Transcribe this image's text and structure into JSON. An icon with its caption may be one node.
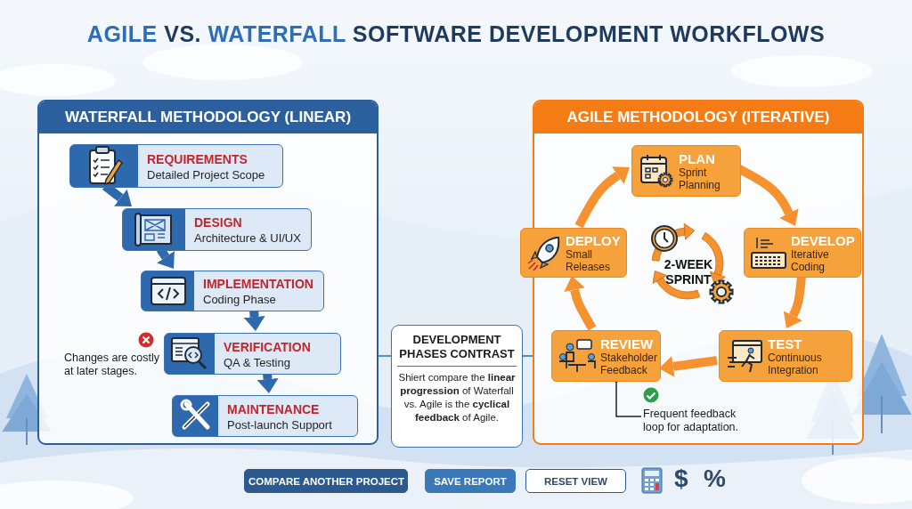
{
  "diagram": {
    "title": "AGILE VS. WATERFALL SOFTWARE DEVELOPMENT WORKFLOWS",
    "nodes": [
      {
        "text": [
          "WATERFALL METHODOLOGY (LINEAR)"
        ]
      },
      {
        "text": [
          "REQUIREMENTS",
          "Detailed Project Scope"
        ],
        "in": 0
      },
      {
        "text": [
          "DESIGN",
          "Architecture & UI/UX"
        ],
        "in": 0
      },
      {
        "text": [
          "IMPLEMENTATION",
          "Coding Phase"
        ],
        "in": 0
      },
      {
        "text": [
          "VERIFICATION",
          "QA & Testing"
        ],
        "in": 0
      },
      {
        "text": [
          "MAINTENANCE",
          "Post-launch Support"
        ],
        "in": 0
      },
      {
        "text": [
          "DEVELOPMENT PHASES CONTRAST",
          "Shiert compare the **linear progression** of Waterfall vs. Agile is the **cyclical feedback** of Agile."
        ]
      },
      {
        "text": [
          "AGILE METHODOLOGY (ITERATIVE)"
        ]
      },
      {
        "text": [
          "PLAN",
          "Sprint Planning"
        ],
        "in": 7
      },
      {
        "text": [
          "DEVELOP",
          "Iterative Coding"
        ],
        "in": 7
      },
      {
        "text": [
          "TEST",
          "Continuous Integration"
        ],
        "in": 7
      },
      {
        "text": [
          "REVIEW",
          "Stakeholder Feedback"
        ],
        "in": 7
      },
      {
        "text": [
          "DEPLOY",
          "Small Releases"
        ],
        "in": 7
      },
      {
        "text": [
          "Frequent feedback loop for adaptation."
        ],
        "in": 7
      }
    ],
    "edges": [
      {
        "from": 1,
        "to": 2,
        "arrow": "to"
      },
      {
        "from": 2,
        "to": 3,
        "arrow": "to"
      },
      {
        "from": 3,
        "to": 4,
        "arrow": "to"
      },
      {
        "from": 4,
        "to": 5,
        "arrow": "to"
      },
      {
        "from": 6,
        "to": 0,
        "arrow": "none"
      },
      {
        "from": 6,
        "to": 7,
        "arrow": "none"
      },
      {
        "from": 8,
        "to": 9,
        "arrow": "to",
        "color": "#f5922f"
      },
      {
        "from": 9,
        "to": 10,
        "arrow": "to",
        "color": "#f5922f"
      },
      {
        "from": 10,
        "to": 11,
        "arrow": "to",
        "color": "#f5922f"
      },
      {
        "from": 11,
        "to": 12,
        "arrow": "to",
        "color": "#f5922f"
      },
      {
        "from": 12,
        "to": 8,
        "arrow": "to",
        "color": "#f5922f"
      },
      {
        "from": 13,
        "to": 11,
        "arrow": "other",
        "color": "#222222"
      }
    ],
    "labels": [
      "Changes are costly at later stages.",
      "2-WEEK SPRINT",
      "COMPARE ANOTHER PROJECT",
      "SAVE REPORT",
      "RESET VIEW",
      "$",
      "%"
    ]
  }
}
